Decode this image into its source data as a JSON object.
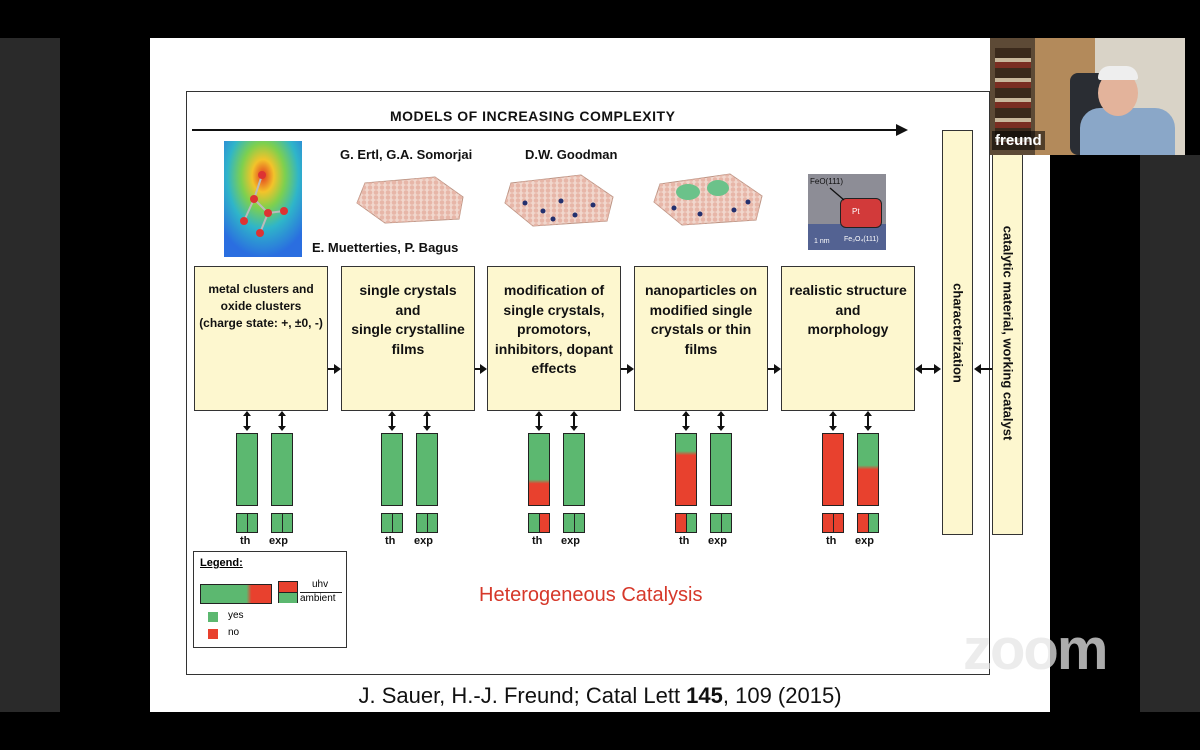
{
  "slide": {
    "title": "MODELS OF INCREASING COMPLEXITY",
    "authors": {
      "ertl": "G. Ertl, G.A. Somorjai",
      "goodman": "D.W. Goodman",
      "muetterties": "E. Muetterties, P. Bagus"
    },
    "micrograph": {
      "feo": "FeO(111)",
      "pt": "Pt",
      "fe3o4": "Fe₃O₄(111)",
      "scale": "1 nm"
    },
    "boxes": [
      {
        "text": "metal clusters and\noxide clusters\n(charge state: +, ±0, -)"
      },
      {
        "text": "single crystals\nand\nsingle crystalline\nfilms"
      },
      {
        "text": "modification of\nsingle crystals,\npromotors,\ninhibitors, dopant\neffects"
      },
      {
        "text": "nanoparticles on\nmodified single\ncrystals or thin\nfilms"
      },
      {
        "text": "realistic structure\nand\nmorphology"
      }
    ],
    "vertical_boxes": {
      "characterization": "characterization",
      "catalytic": "catalytic material, working catalyst"
    },
    "bar_labels": {
      "th": "th",
      "exp": "exp"
    },
    "bars": [
      {
        "th_red_fraction": 0.0,
        "exp_red_fraction": 0.0,
        "th_uhv": "yes",
        "th_ambient": "yes",
        "exp_uhv": "yes",
        "exp_ambient": "yes"
      },
      {
        "th_red_fraction": 0.0,
        "exp_red_fraction": 0.0,
        "th_uhv": "yes",
        "th_ambient": "yes",
        "exp_uhv": "yes",
        "exp_ambient": "yes"
      },
      {
        "th_red_fraction": 0.3,
        "exp_red_fraction": 0.0,
        "th_uhv": "yes",
        "th_ambient": "no",
        "exp_uhv": "yes",
        "exp_ambient": "yes"
      },
      {
        "th_red_fraction": 0.7,
        "exp_red_fraction": 0.0,
        "th_uhv": "no",
        "th_ambient": "yes",
        "exp_uhv": "yes",
        "exp_ambient": "yes"
      },
      {
        "th_red_fraction": 1.0,
        "exp_red_fraction": 0.5,
        "th_uhv": "no",
        "th_ambient": "no",
        "exp_uhv": "no",
        "exp_ambient": "yes"
      }
    ],
    "legend": {
      "title": "Legend:",
      "uhv": "uhv",
      "ambient": "ambient",
      "yes": "yes",
      "no": "no"
    },
    "heading": "Heterogeneous Catalysis",
    "citation": {
      "pre": "J. Sauer, H.-J. Freund; Catal Lett ",
      "volume": "145",
      "post": ", 109 (2015)"
    }
  },
  "participant": {
    "name": "freund"
  },
  "watermark": "zoom",
  "colors": {
    "green": "#5cb870",
    "red": "#e8412e",
    "box_fill": "#fdf7cf",
    "heading": "#d6382a"
  }
}
